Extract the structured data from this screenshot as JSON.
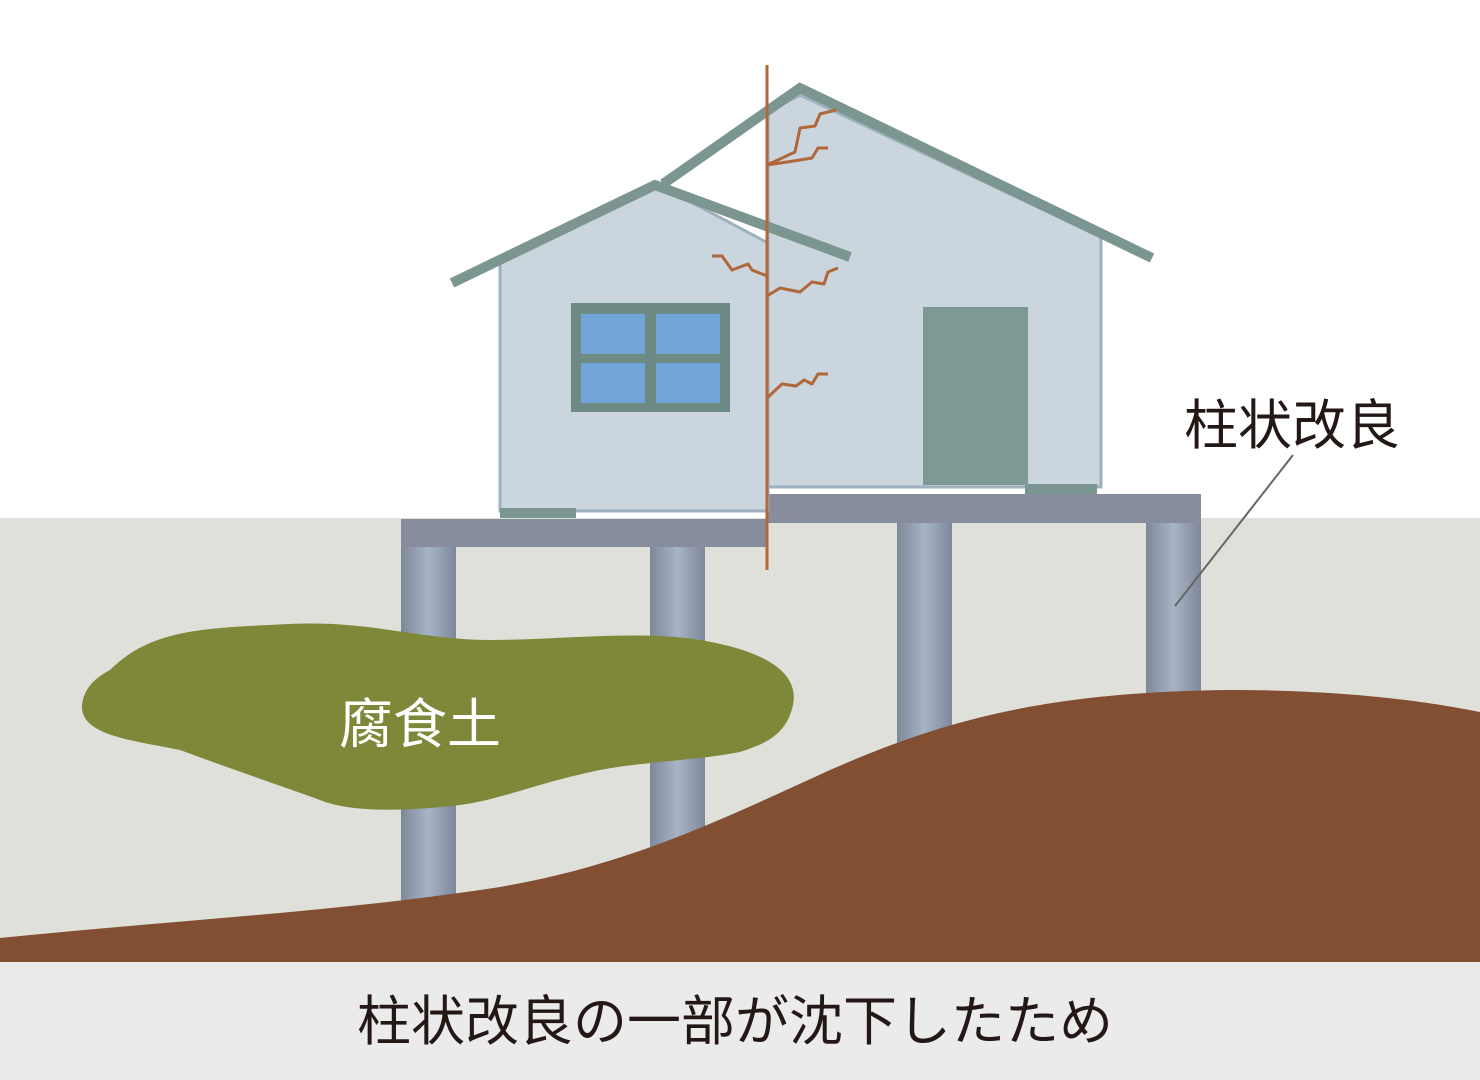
{
  "labels": {
    "columns": "柱状改良",
    "humus": "腐食土",
    "caption": "柱状改良の一部が沈下したため"
  },
  "colors": {
    "sky": "#ffffff",
    "ground": "#dfe0da",
    "soil": "#834f32",
    "humus": "#7e8838",
    "house_wall": "#cbd5de",
    "roof": "#7b9690",
    "window_frame": "#6e8a84",
    "window_glass": "#72a6d8",
    "door": "#7e9894",
    "foundation": "#878d9c",
    "pile": "#9aa6b8",
    "crack": "#b0673a",
    "caption_bar": "#ebebeb",
    "text_dark": "#231815",
    "text_light": "#ffffff"
  }
}
